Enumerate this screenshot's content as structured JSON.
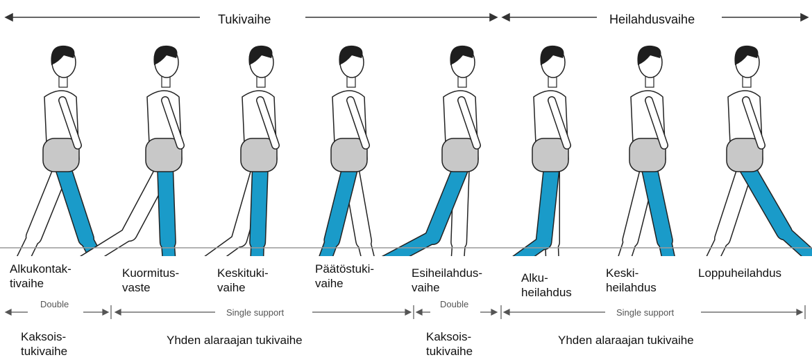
{
  "phases": {
    "stance": "Tukivaihe",
    "swing": "Heilahdusvaihe"
  },
  "figure_labels": [
    "Alkukontak-\ntivaihe",
    "Kuormitus-\nvaste",
    "Keskituki-\nvaihe",
    "Päätöstuki-\nvaihe",
    "Esiheilahdus-\nvaihe",
    "Alku-\nheilahdus",
    "Keski-\nheilahdus",
    "Loppuheilahdus"
  ],
  "support_bar": {
    "double_1": "Double",
    "single_1": "Single support",
    "double_2": "Double",
    "single_2": "Single support"
  },
  "finnish_support": {
    "double_1": "Kaksois-\ntukivaihe",
    "single_1": "Yhden alaraajan tukivaihe",
    "double_2": "Kaksois-\ntukivaihe",
    "single_2": "Yhden alaraajan tukivaihe"
  },
  "colors": {
    "leg_highlight": "#1a9bc9",
    "shorts": "#c8c8c8",
    "outline": "#222222"
  },
  "icons": [
    "walking-figure"
  ]
}
